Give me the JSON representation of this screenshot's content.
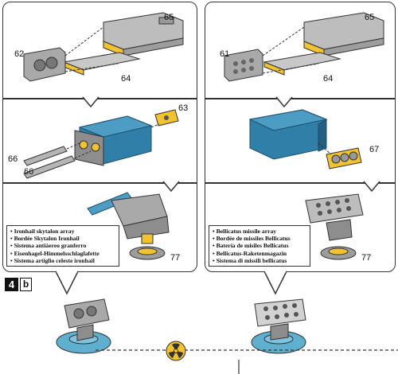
{
  "panels": {
    "left": {
      "row1": {
        "labels": [
          "65",
          "62",
          "64"
        ]
      },
      "row2": {
        "labels": [
          "63",
          "66",
          "66"
        ]
      },
      "row3": {
        "labels": [
          "77"
        ],
        "legend": [
          "Ironhail skytalon array",
          "Bordée Skytalon Ironhail",
          "Sistema antiáereo granferro",
          "Eisenhagel-Himmelsschlaglafette",
          "Sistema artiglio celeste ironhail"
        ]
      }
    },
    "right": {
      "row1": {
        "labels": [
          "65",
          "61",
          "64"
        ]
      },
      "row2": {
        "labels": [
          "67"
        ]
      },
      "row3": {
        "labels": [
          "77"
        ],
        "legend": [
          "Bellicatus missile array",
          "Bordée de missiles Bellicatus",
          "Batería de misiles Bellicatus",
          "Bellicatus-Raketenmagazin",
          "Sistema di missili bellicatus"
        ]
      }
    }
  },
  "step": {
    "number": "4",
    "letter": "b"
  },
  "colors": {
    "part_grey": "#b9b9b9",
    "part_blue": "#2f7fa8",
    "accent_yellow": "#f2c230",
    "base_blue": "#5fb0cf",
    "outline": "#333333"
  }
}
